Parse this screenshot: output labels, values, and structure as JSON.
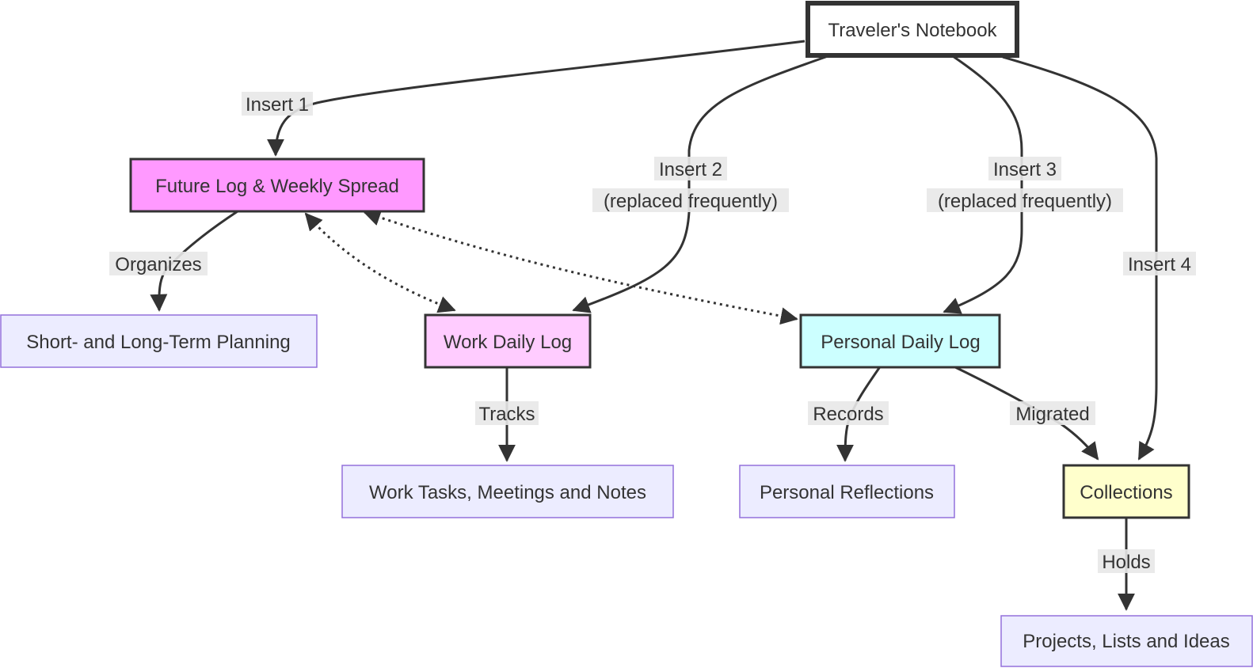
{
  "colors": {
    "root_fill": "#ffffff",
    "root_stroke": "#333333",
    "future_log_fill": "#ff99ff",
    "work_log_fill": "#ffccff",
    "personal_log_fill": "#ccffff",
    "collections_fill": "#ffffcc",
    "leaf_fill": "#ececff",
    "leaf_stroke": "#9370db",
    "edge": "#333333",
    "label_background": "#e8e8e8"
  },
  "nodes": {
    "travelers_notebook": "Traveler's Notebook",
    "future_log": "Future Log & Weekly Spread",
    "planning": "Short- and Long-Term Planning",
    "work_log": "Work Daily Log",
    "personal_log": "Personal Daily Log",
    "work_tasks": "Work Tasks, Meetings and Notes",
    "personal_reflections": "Personal Reflections",
    "collections": "Collections",
    "projects": "Projects, Lists and Ideas"
  },
  "edges": {
    "insert_1": "Insert 1",
    "insert_2_line1": "Insert 2",
    "insert_2_line2": "(replaced frequently)",
    "insert_3_line1": "Insert 3",
    "insert_3_line2": "(replaced frequently)",
    "insert_4": "Insert 4",
    "organizes": "Organizes",
    "tracks": "Tracks",
    "records": "Records",
    "migrated": "Migrated",
    "holds": "Holds"
  }
}
